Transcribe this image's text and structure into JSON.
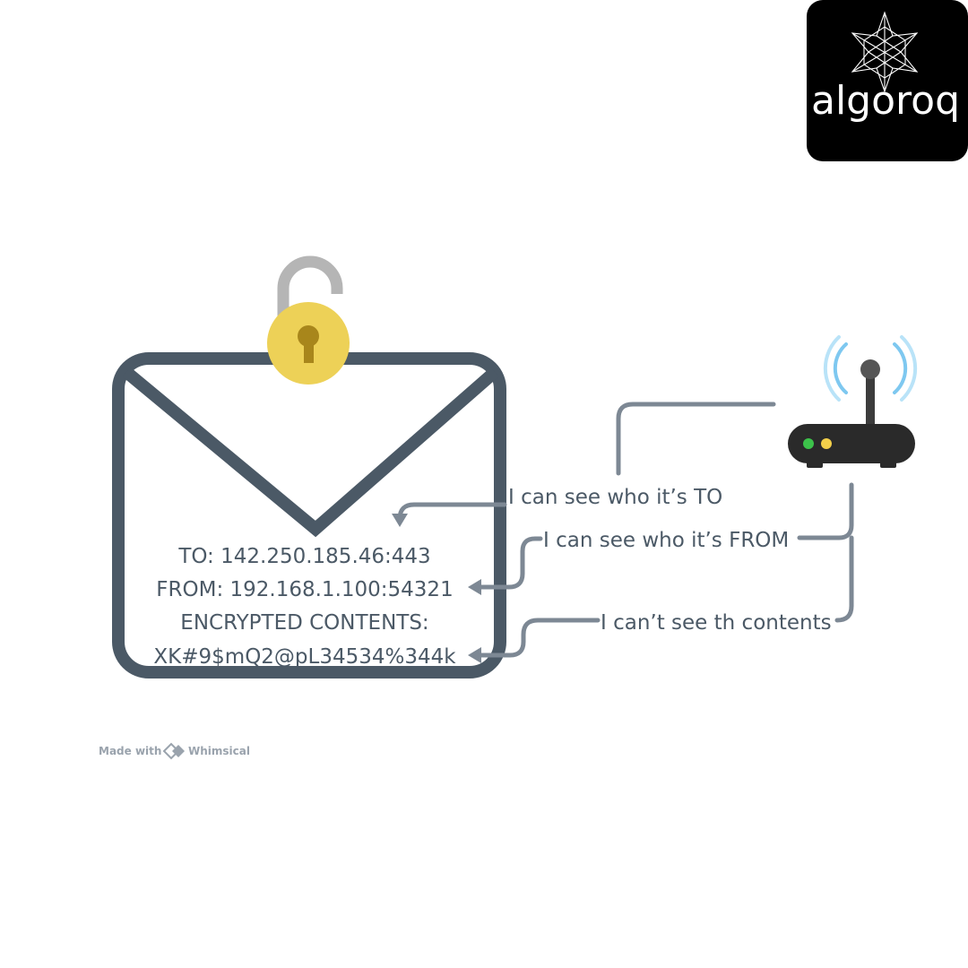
{
  "logo": {
    "wordmark": "algoroq",
    "icon": "geometric-star-icon",
    "background": "#000000"
  },
  "envelope": {
    "lines": [
      "TO: 142.250.185.46:443",
      "FROM: 192.168.1.100:54321",
      "ENCRYPTED CONTENTS:",
      "XK#9$mQ2@pL34534%344k"
    ],
    "color": "#4b5966",
    "icon": "envelope-icon"
  },
  "lock": {
    "icon": "open-padlock-icon",
    "body_color": "#edd157",
    "shackle_color": "#b5b5b5"
  },
  "router": {
    "icon": "wifi-router-icon",
    "signal_color": "#7ec8f0",
    "led_colors": [
      "#3cc24a",
      "#f2cf4a"
    ]
  },
  "callouts": [
    {
      "label": "I can see who it’s TO"
    },
    {
      "label": "I can see who it’s FROM"
    },
    {
      "label": "I can’t see th contents"
    }
  ],
  "connector_color": "#7d8894",
  "footer": {
    "made_with": "Made with",
    "brand": "Whimsical",
    "brand_icon": "whimsical-logo-icon"
  }
}
